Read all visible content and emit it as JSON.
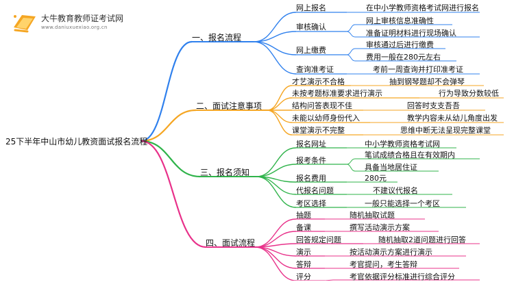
{
  "logo": {
    "title": "大牛教育教师证考试网",
    "subtitle": "www.daniuxuexiao.org.cn"
  },
  "root": "25下半年中山市幼儿教资面试报名流程",
  "colors": {
    "b1": "#2f80ed",
    "b2": "#f5a623",
    "b3": "#2fb34a",
    "b4": "#e8318a"
  },
  "branches": [
    {
      "label": "一、报名流程",
      "nodes": [
        {
          "label": "网上报名",
          "leaves": [
            "在中小学教师资格考试网进行报名"
          ]
        },
        {
          "label": "审核确认",
          "leaves": [
            "网上审核信息准确性",
            "准备证明材料进行现场确认"
          ]
        },
        {
          "label": "网上缴费",
          "leaves": [
            "审核通过后进行缴费",
            "费用一般在280元左右"
          ]
        },
        {
          "label": "查询准考证",
          "leaves": [
            "考前一周查询并打印准考证"
          ]
        }
      ]
    },
    {
      "label": "二、面试注意事项",
      "nodes": [
        {
          "label": "才艺演示不合格",
          "leaves": [
            "抽到钢琴题却不会弹琴"
          ]
        },
        {
          "label": "未按考题标准要求进行演示",
          "leaves": [
            "行为导致分数较低"
          ]
        },
        {
          "label": "结构问答表现不佳",
          "leaves": [
            "回答时支支吾吾"
          ]
        },
        {
          "label": "未能以幼师身份代入",
          "leaves": [
            "教学内容未从幼儿角度出发"
          ]
        },
        {
          "label": "课堂演示不完整",
          "leaves": [
            "思维中断无法呈现完整课堂"
          ]
        }
      ]
    },
    {
      "label": "三、报名须知",
      "nodes": [
        {
          "label": "报名网址",
          "leaves": [
            "中小学教师资格考试网"
          ]
        },
        {
          "label": "报考条件",
          "leaves": [
            "笔试成绩合格且在有效期内",
            "具备当地居住证"
          ]
        },
        {
          "label": "报名费用",
          "leaves": [
            "280元"
          ]
        },
        {
          "label": "代报名问题",
          "leaves": [
            "不建议代报名"
          ]
        },
        {
          "label": "考区选择",
          "leaves": [
            "一般只能选择一个考区"
          ]
        }
      ]
    },
    {
      "label": "四、面试流程",
      "nodes": [
        {
          "label": "抽题",
          "leaves": [
            "随机抽取试题"
          ]
        },
        {
          "label": "备课",
          "leaves": [
            "撰写活动演示方案"
          ]
        },
        {
          "label": "回答规定问题",
          "leaves": [
            "随机抽取2道问题进行回答"
          ]
        },
        {
          "label": "演示",
          "leaves": [
            "按活动演示方案进行演示"
          ]
        },
        {
          "label": "答辩",
          "leaves": [
            "考官提问，考生答辩"
          ]
        },
        {
          "label": "评分",
          "leaves": [
            "考官依据评分标准进行综合评分"
          ]
        }
      ]
    }
  ]
}
